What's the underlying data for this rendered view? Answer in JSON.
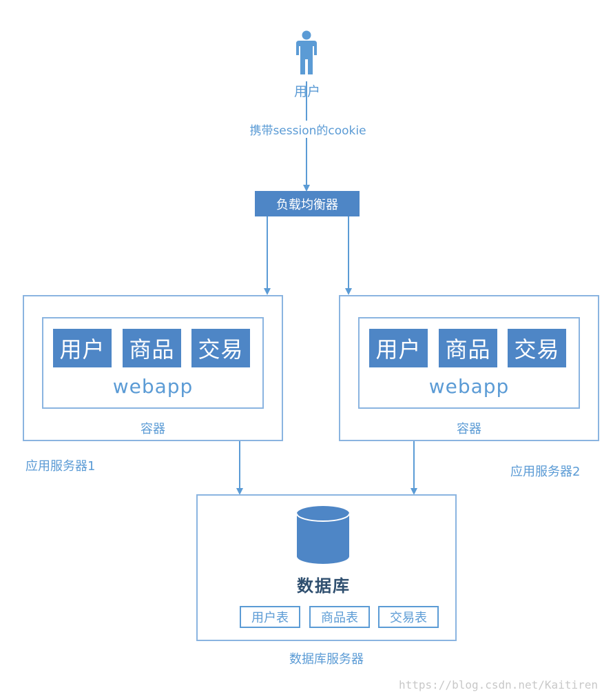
{
  "user": {
    "label": "用户"
  },
  "cookie_label": "携带session的cookie",
  "load_balancer": {
    "label": "负载均衡器"
  },
  "servers": [
    {
      "name": "应用服务器1",
      "container_label": "容器",
      "webapp_label": "webapp",
      "modules": [
        "用户",
        "商品",
        "交易"
      ]
    },
    {
      "name": "应用服务器2",
      "container_label": "容器",
      "webapp_label": "webapp",
      "modules": [
        "用户",
        "商品",
        "交易"
      ]
    }
  ],
  "database": {
    "label": "数据库",
    "tables": [
      "用户表",
      "商品表",
      "交易表"
    ],
    "server_label": "数据库服务器"
  },
  "watermark": "https://blog.csdn.net/Kaitiren",
  "colors": {
    "primary": "#5b9bd5",
    "fill": "#4e86c6",
    "border": "#8ab4e0"
  }
}
